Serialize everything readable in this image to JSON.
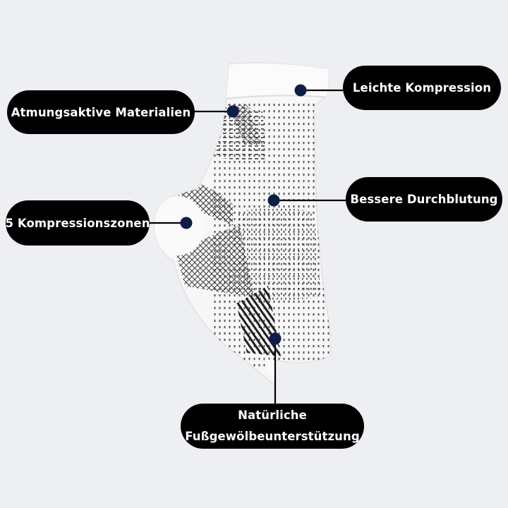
{
  "callouts": {
    "leichte_kompression": "Leichte Kompression",
    "atmungsaktive_materialien": "Atmungsaktive Materialien",
    "bessere_durchblutung": "Bessere Durchblutung",
    "kompressionszonen": "5 Kompressionszonen",
    "fussgewoelbe_line1": "Natürliche",
    "fussgewoelbe_line2": "Fußgewölbeunterstützung"
  },
  "colors": {
    "background": "#eeeff3",
    "pill": "#000000",
    "pill_text": "#ffffff",
    "marker_dot": "#0d1d45",
    "leader_line": "#000000",
    "sock": "#f7f7f7"
  }
}
